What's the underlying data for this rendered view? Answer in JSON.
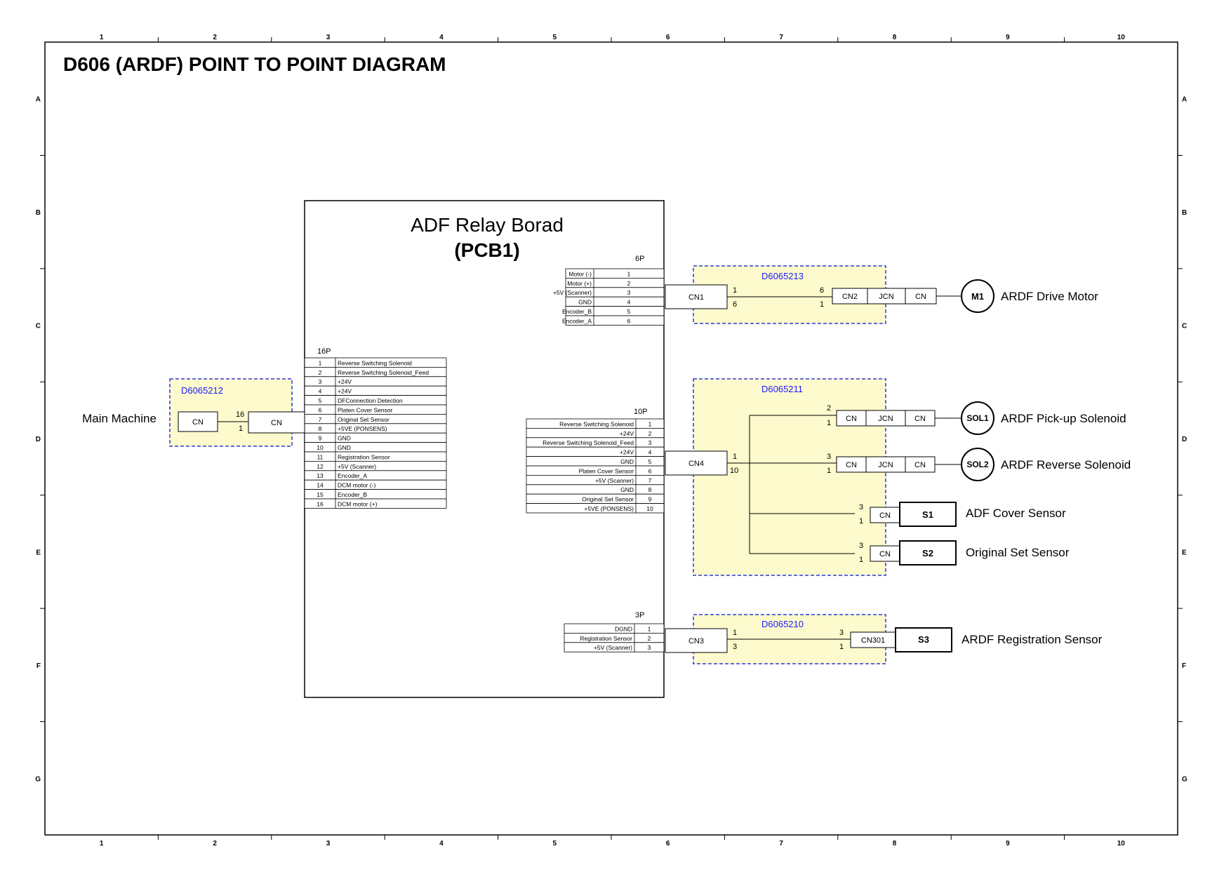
{
  "title": "D606 (ARDF) POINT TO POINT DIAGRAM",
  "grid": {
    "columns": [
      "1",
      "2",
      "3",
      "4",
      "5",
      "6",
      "7",
      "8",
      "9",
      "10"
    ],
    "rows": [
      "A",
      "B",
      "C",
      "D",
      "E",
      "F",
      "G"
    ]
  },
  "board": {
    "name": "ADF Relay Borad",
    "id": "(PCB1)"
  },
  "main_machine": {
    "label": "Main Machine",
    "harness": "D6065212",
    "cn_left": "CN",
    "cn_right": "CN",
    "pin_top": "16",
    "pin_bottom": "1"
  },
  "conn_16p": {
    "label": "16P",
    "pins": [
      {
        "n": "1",
        "sig": "Reverse Switching Solenoid"
      },
      {
        "n": "2",
        "sig": "Reverse Switching Solenoid_Feed"
      },
      {
        "n": "3",
        "sig": "+24V"
      },
      {
        "n": "4",
        "sig": "+24V"
      },
      {
        "n": "5",
        "sig": "DFConnection Detection"
      },
      {
        "n": "6",
        "sig": "Platen Cover Sensor"
      },
      {
        "n": "7",
        "sig": "Original Set Sensor"
      },
      {
        "n": "8",
        "sig": "+5VE (PONSENS)"
      },
      {
        "n": "9",
        "sig": "GND"
      },
      {
        "n": "10",
        "sig": "GND"
      },
      {
        "n": "11",
        "sig": "Registration Sensor"
      },
      {
        "n": "12",
        "sig": "+5V (Scanner)"
      },
      {
        "n": "13",
        "sig": "Encoder_A"
      },
      {
        "n": "14",
        "sig": "DCM motor (-)"
      },
      {
        "n": "15",
        "sig": "Encoder_B"
      },
      {
        "n": "16",
        "sig": "DCM motor (+)"
      }
    ]
  },
  "conn_6p": {
    "label": "6P",
    "cn": "CN1",
    "pins": [
      {
        "n": "1",
        "sig": "Motor (-)"
      },
      {
        "n": "2",
        "sig": "Motor (+)"
      },
      {
        "n": "3",
        "sig": "+5V (Scanner)"
      },
      {
        "n": "4",
        "sig": "GND"
      },
      {
        "n": "5",
        "sig": "Encoder_B"
      },
      {
        "n": "6",
        "sig": "Encoder_A"
      }
    ]
  },
  "conn_10p": {
    "label": "10P",
    "cn": "CN4",
    "pins": [
      {
        "n": "1",
        "sig": "Reverse Switching Solenoid"
      },
      {
        "n": "2",
        "sig": "+24V"
      },
      {
        "n": "3",
        "sig": "Reverse Switching Solenoid_Feed"
      },
      {
        "n": "4",
        "sig": "+24V"
      },
      {
        "n": "5",
        "sig": "GND"
      },
      {
        "n": "6",
        "sig": "Platen Cover Sensor"
      },
      {
        "n": "7",
        "sig": "+5V (Scanner)"
      },
      {
        "n": "8",
        "sig": "GND"
      },
      {
        "n": "9",
        "sig": "Original Set Sensor"
      },
      {
        "n": "10",
        "sig": "+5VE (PONSENS)"
      }
    ]
  },
  "conn_3p": {
    "label": "3P",
    "cn": "CN3",
    "pins": [
      {
        "n": "1",
        "sig": "DGND"
      },
      {
        "n": "2",
        "sig": "Registration Sensor"
      },
      {
        "n": "3",
        "sig": "+5V (Scanner)"
      }
    ]
  },
  "harness_motor": {
    "id": "D6065213",
    "pin_l_top": "1",
    "pin_l_bottom": "6",
    "pin_r_top": "6",
    "pin_r_bottom": "1",
    "cn2": "CN2",
    "jcn": "JCN",
    "cn": "CN",
    "symbol": "M1",
    "device": "ARDF Drive Motor"
  },
  "harness_sol": {
    "id": "D6065211",
    "cn4_pin_top": "1",
    "cn4_pin_bottom": "10",
    "sol1": {
      "pin_top": "2",
      "pin_bottom": "1",
      "cn": "CN",
      "jcn": "JCN",
      "cn2": "CN",
      "symbol": "SOL1",
      "device": "ARDF Pick-up Solenoid"
    },
    "sol2": {
      "pin_top": "3",
      "pin_bottom": "1",
      "cn": "CN",
      "jcn": "JCN",
      "cn2": "CN",
      "symbol": "SOL2",
      "device": "ARDF Reverse Solenoid"
    },
    "s1": {
      "pin_top": "3",
      "pin_bottom": "1",
      "cn": "CN",
      "symbol": "S1",
      "device": "ADF Cover Sensor"
    },
    "s2": {
      "pin_top": "3",
      "pin_bottom": "1",
      "cn": "CN",
      "symbol": "S2",
      "device": "Original Set Sensor"
    }
  },
  "harness_reg": {
    "id": "D6065210",
    "pin_l_top": "1",
    "pin_l_bottom": "3",
    "pin_r_top": "3",
    "pin_r_bottom": "1",
    "cn": "CN301",
    "symbol": "S3",
    "device": "ARDF Registration Sensor"
  }
}
